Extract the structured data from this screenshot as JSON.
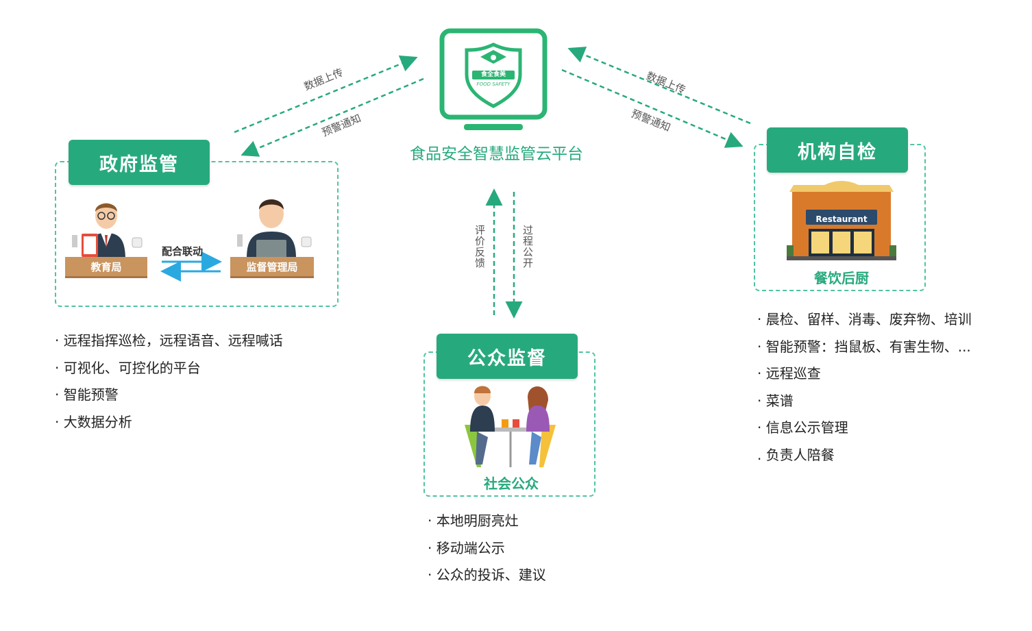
{
  "platform": {
    "title": "食品安全智慧监管云平台",
    "logo_text": "食全食美",
    "logo_subtext": "FOOD SAFETY"
  },
  "government": {
    "header": "政府监管",
    "left_office": "教育局",
    "right_office": "监督管理局",
    "link_label": "配合联动",
    "bullets": [
      "· 远程指挥巡检，远程语音、远程喊话",
      "· 可视化、可控化的平台",
      "· 智能预警",
      "· 大数据分析"
    ]
  },
  "institution": {
    "header": "机构自检",
    "sign_text": "Restaurant",
    "caption": "餐饮后厨",
    "bullets": [
      "· 晨检、留样、消毒、废弃物、培训",
      "· 智能预警：挡鼠板、有害生物、...",
      "· 远程巡查",
      "· 菜谱",
      "· 信息公示管理",
      ". 负责人陪餐"
    ]
  },
  "public": {
    "header": "公众监督",
    "caption": "社会公众",
    "bullets": [
      "· 本地明厨亮灶",
      "· 移动端公示",
      "· 公众的投诉、建议"
    ]
  },
  "arrows": {
    "left_upload": "数据上传",
    "left_warning": "预警通知",
    "right_upload": "数据上传",
    "right_warning": "预警通知",
    "feedback": "评价反馈",
    "process_open": "过程公开"
  },
  "colors": {
    "primary": "#27a97e",
    "dash": "#4fc3a1",
    "link_arrow": "#2aa9e0"
  }
}
